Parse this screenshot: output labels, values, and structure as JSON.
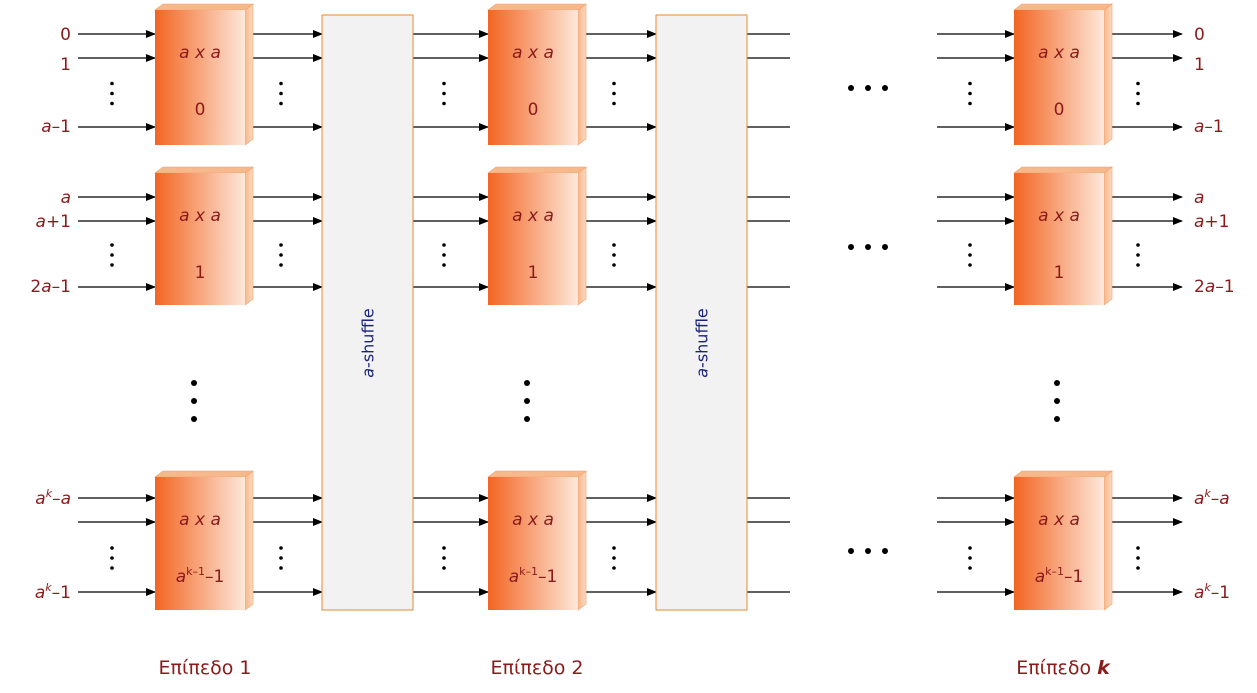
{
  "box_title": [
    "a",
    " x ",
    "a"
  ],
  "box_ids": {
    "row0": "0",
    "row1": "1",
    "last_base": "a",
    "last_sup": "k–1",
    "last_suffix": "–1"
  },
  "shuffle_label": [
    "a",
    "-shuffle"
  ],
  "stages": [
    {
      "prefix": "Επίπεδο ",
      "num": "1",
      "num_italic": false
    },
    {
      "prefix": "Επίπεδο ",
      "num": "2",
      "num_italic": false
    },
    {
      "prefix": "Επίπεδο ",
      "num": "k",
      "num_italic": true
    }
  ],
  "inputs": {
    "r0_top": "0",
    "r0_mid": "1",
    "r0_bot": [
      "a",
      "–1"
    ],
    "r1_top": "a",
    "r1_mid": [
      "a",
      "+1"
    ],
    "r1_bot": [
      "2",
      "a",
      "–1"
    ],
    "rl_top": [
      "a",
      "k",
      "–",
      "a"
    ],
    "rl_bot": [
      "a",
      "k",
      "–1"
    ]
  },
  "outputs": {
    "r0_top": "0",
    "r0_mid": "1",
    "r0_bot": [
      "a",
      "–1"
    ],
    "r1_top": "a",
    "r1_mid": [
      "a",
      "+1"
    ],
    "r1_bot": [
      "2",
      "a",
      "–1"
    ],
    "rl_top": [
      "a",
      "k",
      "–",
      "a"
    ],
    "rl_bot": [
      "a",
      "k",
      "–1"
    ]
  },
  "colors": {
    "box_gradient_start": "#f26522",
    "box_gradient_end": "#fde8da",
    "label": "#8b1a1a",
    "shuffle_text": "#1a237e",
    "shuffle_fill": "#f2f2f2",
    "shuffle_stroke": "#e8892b"
  }
}
